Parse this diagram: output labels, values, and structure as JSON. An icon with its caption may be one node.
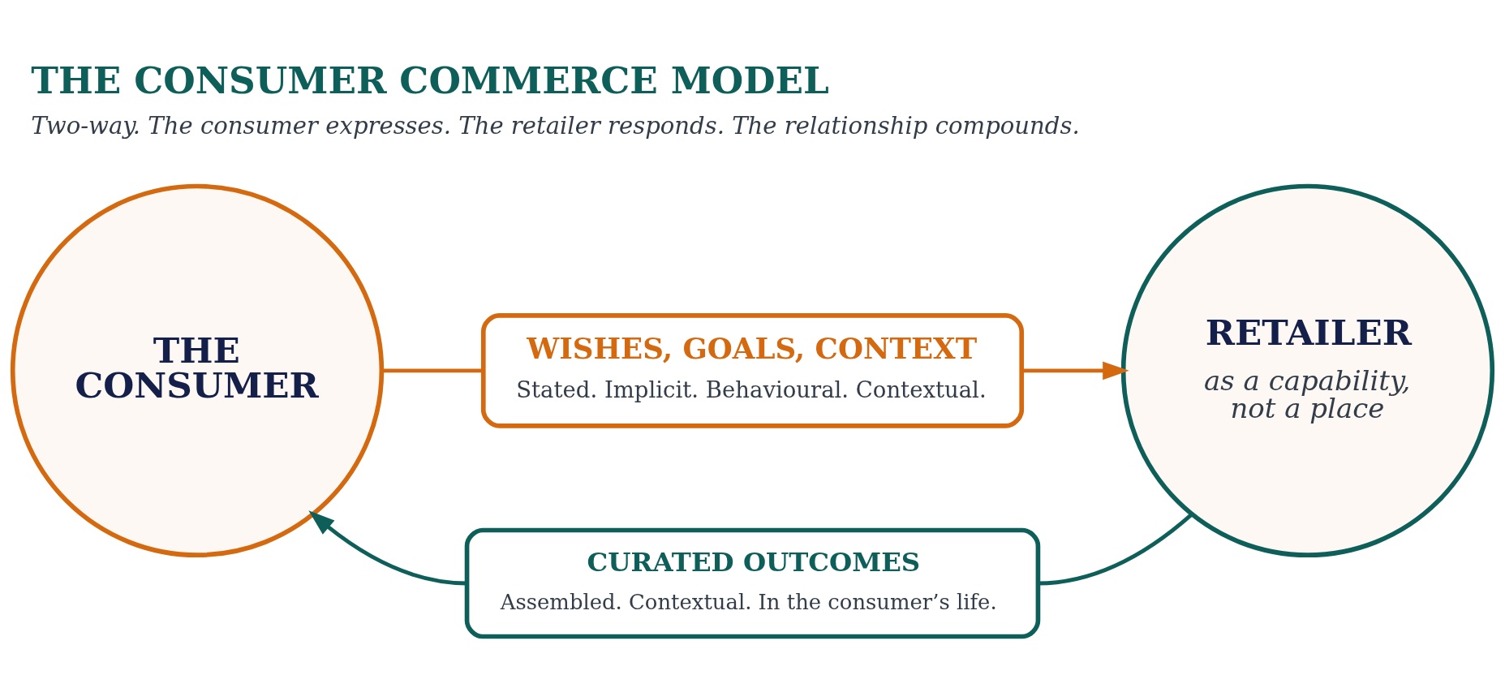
{
  "diagram": {
    "title": "THE CONSUMER COMMERCE MODEL",
    "caption": "Two-way. The consumer expresses. The retailer responds. The relationship compounds.",
    "nodes": [
      {
        "text": [
          "THE CONSUMER"
        ]
      },
      {
        "text": [
          "WISHES, GOALS, CONTEXT",
          "Stated. Implicit. Behavioural. Contextual."
        ]
      },
      {
        "text": [
          "RETAILER",
          "as a capability, not a place"
        ]
      },
      {
        "text": [
          "CURATED OUTCOMES",
          "Assembled. Contextual. In the consumer’s life."
        ]
      }
    ],
    "edges": [
      {
        "from": 0,
        "to": 1,
        "arrow": "none",
        "color": "#d4690f"
      },
      {
        "from": 1,
        "to": 2,
        "arrow": "to",
        "color": "#d4690f"
      },
      {
        "from": 2,
        "to": 3,
        "arrow": "none",
        "color": "#0e5f5a"
      },
      {
        "from": 3,
        "to": 0,
        "arrow": "to",
        "color": "#0e5f5a"
      }
    ]
  }
}
